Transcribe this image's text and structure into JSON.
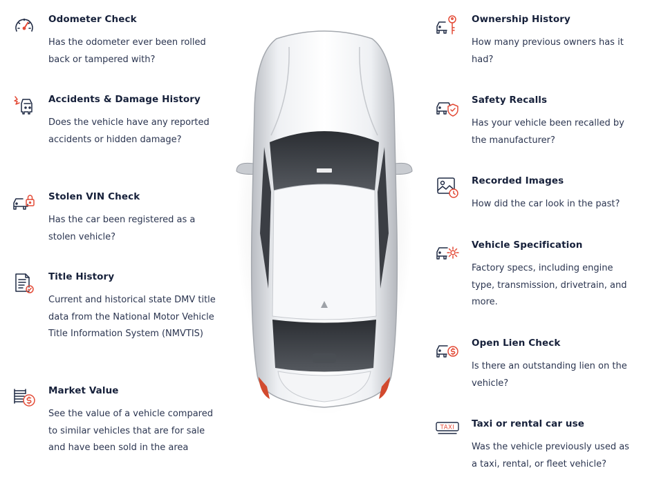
{
  "colors": {
    "accent": "#e34a36",
    "ink": "#16203a",
    "text": "#2b3550"
  },
  "left_features": [
    {
      "title": "Odometer Check",
      "desc": "Has the odometer ever been rolled back or tampered with?",
      "icon": "odometer-icon"
    },
    {
      "title": "Accidents & Damage History",
      "desc": "Does the vehicle have any reported accidents or hidden damage?",
      "icon": "car-crash-icon"
    },
    {
      "title": "Stolen VIN Check",
      "desc": "Has the car been registered as a stolen vehicle?",
      "icon": "car-lock-icon"
    },
    {
      "title": "Title History",
      "desc": "Current and historical state DMV title data from the National Motor Vehicle Title Information System (NMVTIS)",
      "icon": "document-check-icon"
    },
    {
      "title": "Market Value",
      "desc": "See the value of a vehicle compared to similar vehicles that are for sale and have been sold in the area",
      "icon": "money-stack-icon"
    }
  ],
  "right_features": [
    {
      "title": "Ownership History",
      "desc": "How many previous owners has it had?",
      "icon": "car-key-icon"
    },
    {
      "title": "Safety Recalls",
      "desc": "Has your vehicle been recalled by the manufacturer?",
      "icon": "car-shield-icon"
    },
    {
      "title": "Recorded Images",
      "desc": "How did the car look in the past?",
      "icon": "image-clock-icon"
    },
    {
      "title": "Vehicle Specification",
      "desc": "Factory specs, including engine type, transmission, drivetrain, and more.",
      "icon": "car-gear-icon"
    },
    {
      "title": "Open Lien Check",
      "desc": "Is there an outstanding lien on the vehicle?",
      "icon": "car-dollar-icon"
    },
    {
      "title": "Taxi or rental car use",
      "desc": "Was the vehicle previously used as a taxi, rental, or fleet vehicle?",
      "icon": "taxi-sign-icon",
      "icon_text": "TAXI"
    }
  ]
}
